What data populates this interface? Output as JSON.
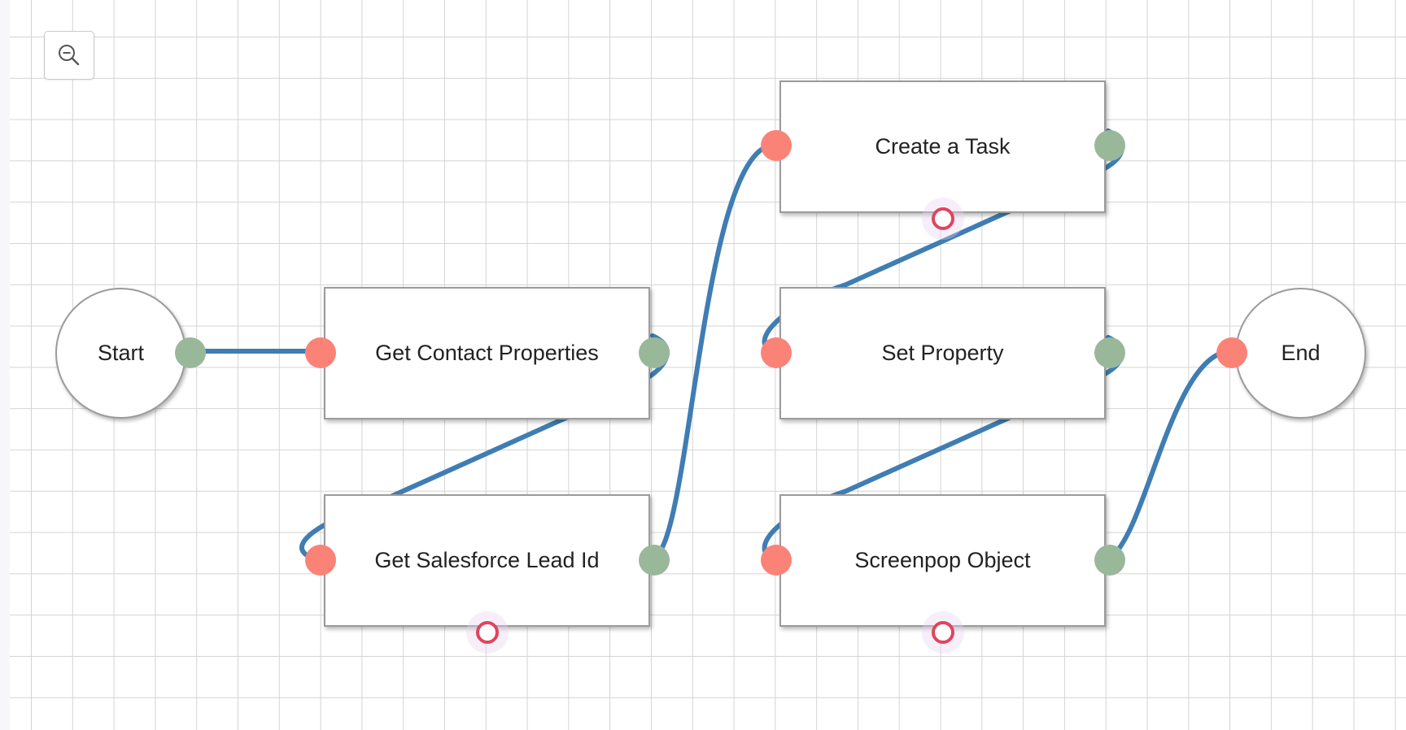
{
  "toolbar": {
    "zoom_out_icon": "zoom-out-icon"
  },
  "colors": {
    "edge": "#3f7db3",
    "input_port": "#fb8277",
    "output_port": "#99b89a",
    "error_port": "#e0455d",
    "node_border": "#9b9b9b",
    "grid": "#d4d4d4"
  },
  "nodes": {
    "start": {
      "label": "Start"
    },
    "get_contact_properties": {
      "label": "Get Contact Properties"
    },
    "get_salesforce_lead_id": {
      "label": "Get Salesforce Lead Id"
    },
    "create_a_task": {
      "label": "Create a Task"
    },
    "set_property": {
      "label": "Set Property"
    },
    "screenpop_object": {
      "label": "Screenpop Object"
    },
    "end": {
      "label": "End"
    }
  },
  "edges": [
    {
      "from": "Start",
      "to": "Get Contact Properties"
    },
    {
      "from": "Get Contact Properties",
      "to": "Get Salesforce Lead Id"
    },
    {
      "from": "Get Salesforce Lead Id",
      "to": "Create a Task"
    },
    {
      "from": "Create a Task",
      "to": "Set Property"
    },
    {
      "from": "Set Property",
      "to": "Screenpop Object"
    },
    {
      "from": "Screenpop Object",
      "to": "End"
    }
  ]
}
